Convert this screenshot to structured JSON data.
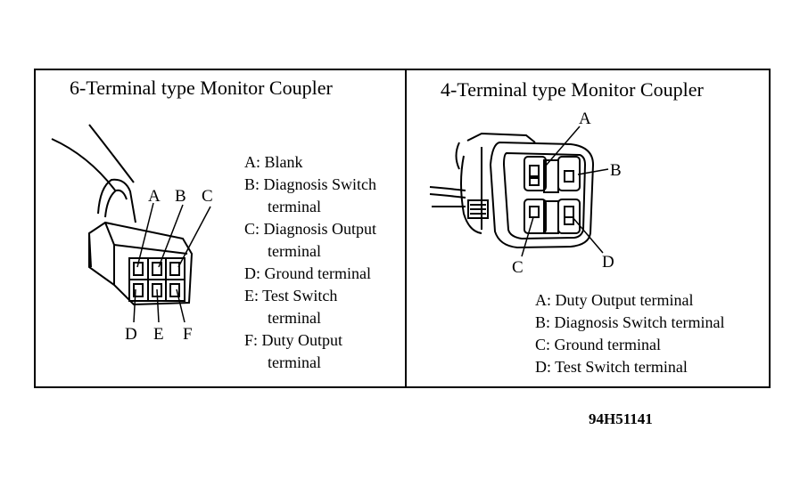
{
  "left_panel": {
    "title": "6-Terminal type Monitor Coupler",
    "pins_top": [
      "A",
      "B",
      "C"
    ],
    "pins_bottom": [
      "D",
      "E",
      "F"
    ],
    "legend": [
      {
        "line1": "A: Blank",
        "line2": ""
      },
      {
        "line1": "B: Diagnosis Switch",
        "line2": "terminal"
      },
      {
        "line1": "C: Diagnosis Output",
        "line2": "terminal"
      },
      {
        "line1": "D: Ground terminal",
        "line2": ""
      },
      {
        "line1": "E: Test Switch",
        "line2": "terminal"
      },
      {
        "line1": "F: Duty Output",
        "line2": "terminal"
      }
    ]
  },
  "right_panel": {
    "title": "4-Terminal type Monitor Coupler",
    "pins": [
      "A",
      "B",
      "C",
      "D"
    ],
    "legend": [
      "A: Duty Output terminal",
      "B: Diagnosis Switch terminal",
      "C: Ground terminal",
      "D: Test Switch terminal"
    ]
  },
  "figure_id": "94H51141"
}
